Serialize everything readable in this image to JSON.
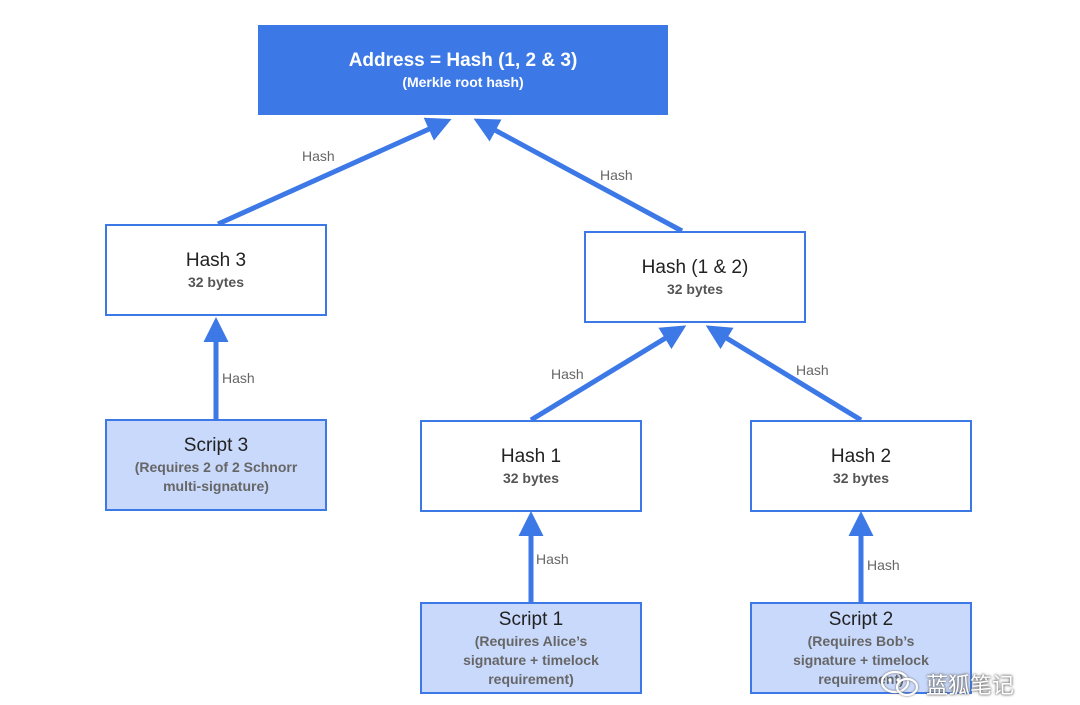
{
  "nodes": {
    "root": {
      "title": "Address = Hash (1, 2 & 3)",
      "sub": "(Merkle root hash)"
    },
    "hash3": {
      "title": "Hash 3",
      "sub": "32 bytes"
    },
    "hash12": {
      "title": "Hash (1 & 2)",
      "sub": "32 bytes"
    },
    "script3": {
      "title": "Script 3",
      "sub1": "(Requires 2 of 2 Schnorr",
      "sub2": "multi-signature)"
    },
    "hash1": {
      "title": "Hash 1",
      "sub": "32 bytes"
    },
    "hash2": {
      "title": "Hash 2",
      "sub": "32 bytes"
    },
    "script1": {
      "title": "Script 1",
      "sub1": "(Requires Alice’s",
      "sub2": "signature + timelock",
      "sub3": "requirement)"
    },
    "script2": {
      "title": "Script 2",
      "sub1": "(Requires Bob’s",
      "sub2": "signature + timelock",
      "sub3": "requirement)"
    }
  },
  "edge_labels": {
    "hash3_to_root": "Hash",
    "hash12_to_root": "Hash",
    "script3_to_hash3": "Hash",
    "hash1_to_hash12": "Hash",
    "hash2_to_hash12": "Hash",
    "script1_to_hash1": "Hash",
    "script2_to_hash2": "Hash"
  },
  "watermark": {
    "text": "蓝狐笔记"
  },
  "colors": {
    "accent": "#3c78e6",
    "script_fill": "#c9d9fb"
  }
}
